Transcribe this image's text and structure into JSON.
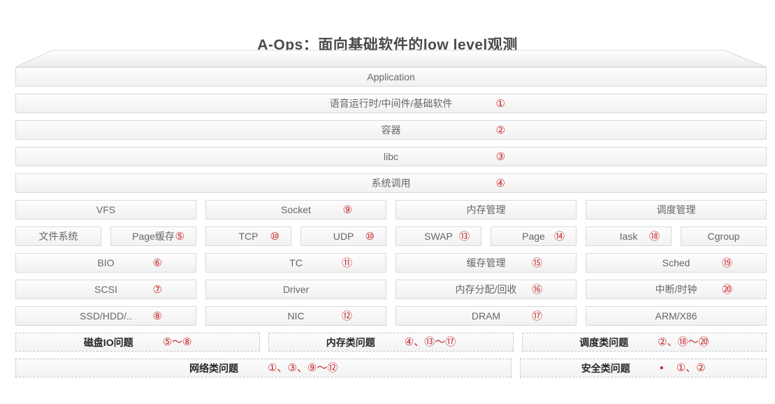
{
  "title": "A-Ops：面向基础软件的low level观测",
  "colors": {
    "accent_red": "#c5262c",
    "box_border": "#d9d9d9",
    "box_fill_top": "#fdfdfd",
    "box_fill_bottom": "#f1f1f1",
    "label_gray": "#666666",
    "title_gray": "#4a4a4a"
  },
  "layers": [
    {
      "label": "Application",
      "num": ""
    },
    {
      "label": "语音运行时/中间件/基础软件",
      "num": "①"
    },
    {
      "label": "容器",
      "num": "②"
    },
    {
      "label": "libc",
      "num": "③"
    },
    {
      "label": "系统调用",
      "num": "④"
    }
  ],
  "grid": {
    "columns": [
      {
        "name": "disk-io",
        "rows": [
          {
            "cells": [
              {
                "label": "VFS",
                "num": ""
              }
            ]
          },
          {
            "cells": [
              {
                "label": "文件系统",
                "num": ""
              },
              {
                "label": "Page缓存",
                "num": "⑤"
              }
            ]
          },
          {
            "cells": [
              {
                "label": "BIO",
                "num": "⑥"
              }
            ]
          },
          {
            "cells": [
              {
                "label": "SCSI",
                "num": "⑦"
              }
            ]
          },
          {
            "cells": [
              {
                "label": "SSD/HDD/..",
                "num": "⑧"
              }
            ]
          }
        ]
      },
      {
        "name": "network",
        "rows": [
          {
            "cells": [
              {
                "label": "Socket",
                "num": "⑨"
              }
            ]
          },
          {
            "cells": [
              {
                "label": "TCP",
                "num": "⑩"
              },
              {
                "label": "UDP",
                "num": "⑩"
              }
            ]
          },
          {
            "cells": [
              {
                "label": "TC",
                "num": "⑪"
              }
            ]
          },
          {
            "cells": [
              {
                "label": "Driver",
                "num": ""
              }
            ]
          },
          {
            "cells": [
              {
                "label": "NIC",
                "num": "⑫"
              }
            ]
          }
        ]
      },
      {
        "name": "memory",
        "rows": [
          {
            "cells": [
              {
                "label": "内存管理",
                "num": ""
              }
            ]
          },
          {
            "cells": [
              {
                "label": "SWAP",
                "num": "⑬"
              },
              {
                "label": "Page",
                "num": "⑭"
              }
            ]
          },
          {
            "cells": [
              {
                "label": "缓存管理",
                "num": "⑮"
              }
            ]
          },
          {
            "cells": [
              {
                "label": "内存分配/回收",
                "num": "⑯"
              }
            ]
          },
          {
            "cells": [
              {
                "label": "DRAM",
                "num": "⑰"
              }
            ]
          }
        ]
      },
      {
        "name": "sched",
        "rows": [
          {
            "cells": [
              {
                "label": "调度管理",
                "num": ""
              }
            ]
          },
          {
            "cells": [
              {
                "label": "Iask",
                "num": "⑱"
              },
              {
                "label": "Cgroup",
                "num": ""
              }
            ]
          },
          {
            "cells": [
              {
                "label": "Sched",
                "num": "⑲"
              }
            ]
          },
          {
            "cells": [
              {
                "label": "中断/时钟",
                "num": "⑳"
              }
            ]
          },
          {
            "cells": [
              {
                "label": "ARM/X86",
                "num": ""
              }
            ]
          }
        ]
      }
    ]
  },
  "problems": {
    "row1": [
      {
        "label": "磁盘IO问题",
        "nums": "⑤～⑧"
      },
      {
        "label": "内存类问题",
        "nums": "④、⑬～⑰"
      },
      {
        "label": "调度类问题",
        "nums": "②、⑱～⑳"
      }
    ],
    "row2": [
      {
        "label": "网络类问题",
        "nums": "①、③、⑨～⑫"
      },
      {
        "label": "安全类问题",
        "bullet": "●",
        "nums": "①、②"
      }
    ]
  }
}
